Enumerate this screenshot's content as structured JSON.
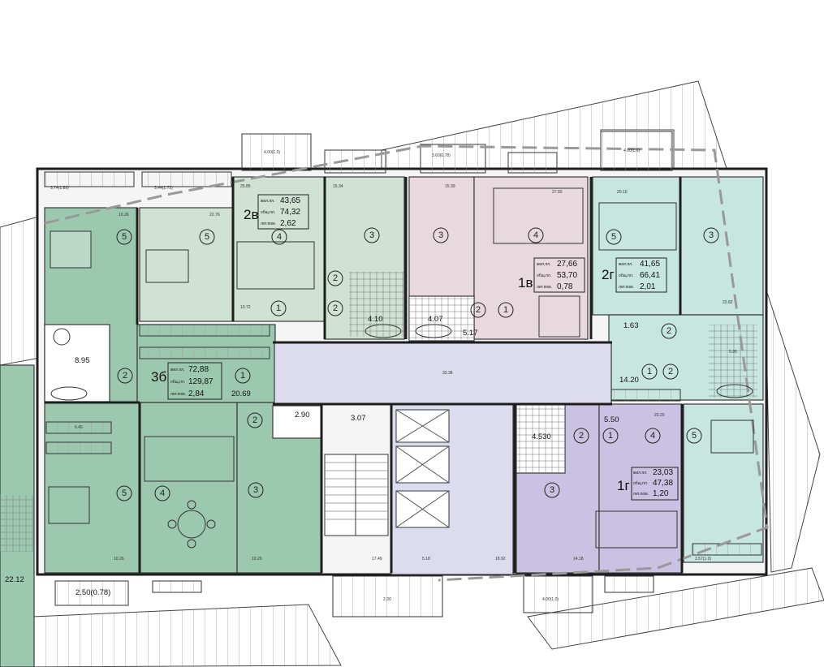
{
  "colors": {
    "green_dark": "#9cc8b0",
    "green_light": "#cfe2d3",
    "teal": "#c6e6df",
    "pink": "#e8d9de",
    "violet": "#c9c2e2",
    "corridor": "#dcdcee",
    "white": "#ffffff"
  },
  "apartments": [
    {
      "code": "3б",
      "lbl1": "жил.пл.",
      "v1": "72,88",
      "lbl2": "общ.пл.",
      "v2": "129,87",
      "lbl3": "лет.пом.",
      "v3": "2,84"
    },
    {
      "code": "2в",
      "lbl1": "жил.пл.",
      "v1": "43,65",
      "lbl2": "общ.пл.",
      "v2": "74,32",
      "lbl3": "лет.пом.",
      "v3": "2,62"
    },
    {
      "code": "1в",
      "lbl1": "жил.пл.",
      "v1": "27,66",
      "lbl2": "общ.пл.",
      "v2": "53,70",
      "lbl3": "лет.пом.",
      "v3": "0,78"
    },
    {
      "code": "2г",
      "lbl1": "жил.пл.",
      "v1": "41,65",
      "lbl2": "общ.пл.",
      "v2": "66,41",
      "lbl3": "лет.пом.",
      "v3": "2,01"
    },
    {
      "code": "1г",
      "lbl1": "жил.пл.",
      "v1": "23,03",
      "lbl2": "общ.пл.",
      "v2": "47,38",
      "lbl3": "лет.пом.",
      "v3": "1,20"
    }
  ],
  "room_numbers": [
    "5",
    "5",
    "4",
    "3",
    "3",
    "4",
    "5",
    "3",
    "2",
    "1",
    "2",
    "2",
    "1",
    "2",
    "1",
    "2",
    "1",
    "2",
    "2",
    "1",
    "2",
    "1",
    "4",
    "5",
    "4",
    "5",
    "3",
    "3"
  ],
  "areas": {
    "a1": "8.95",
    "a2": "20.69",
    "a3": "2.90",
    "a4": "3.07",
    "a5": "4.10",
    "a6": "4.07",
    "a7": "5.17",
    "a8": "1.63",
    "a9": "14.20",
    "a10": "5.50",
    "a11": "4.530",
    "a12": "22.12",
    "a13": "2.50(0.78)"
  },
  "small_labels": {
    "s1": "3.74(1.89)",
    "s2": "3.44(1.73)",
    "s3": "4.00(1.0)",
    "s4": "3.60(0.78)",
    "s5": "4.00(1.0)",
    "s6": "10.26",
    "s7": "22.76",
    "s8": "25.85",
    "s9": "15.34",
    "s10": "15.39",
    "s11": "27.50",
    "s12": "20.10",
    "s13": "10.72",
    "s14": "33.38",
    "s15": "22.82",
    "s16": "20.20",
    "s17": "10.29",
    "s18": "14.18",
    "s19": "17.49",
    "s20": "5.18",
    "s21": "18.92",
    "s22": "2.30",
    "s23": "4.00(1.0)",
    "s24": "3.57(1.0)",
    "s25": "6.45",
    "s26": "5.95",
    "s27": "10.26"
  }
}
